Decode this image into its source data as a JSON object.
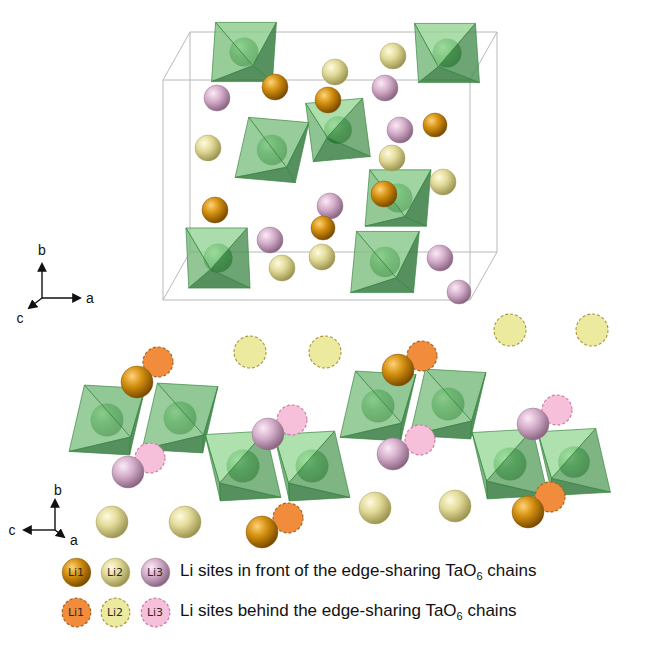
{
  "diagram": {
    "nodes": [
      {
        "text": [
          "Li1"
        ]
      },
      {
        "text": [
          "Li2"
        ]
      },
      {
        "text": [
          "Li3"
        ]
      },
      {
        "text": [
          "Li1"
        ]
      },
      {
        "text": [
          "Li2"
        ]
      },
      {
        "text": [
          "Li3"
        ]
      }
    ],
    "labels": [
      "b",
      "c",
      "a",
      "b",
      "c",
      "a"
    ],
    "legend": [
      {
        "text": "Li sites in front of the edge-sharing TaO6 chains"
      },
      {
        "text": "Li sites behind the edge-sharing TaO6 chains"
      }
    ]
  }
}
